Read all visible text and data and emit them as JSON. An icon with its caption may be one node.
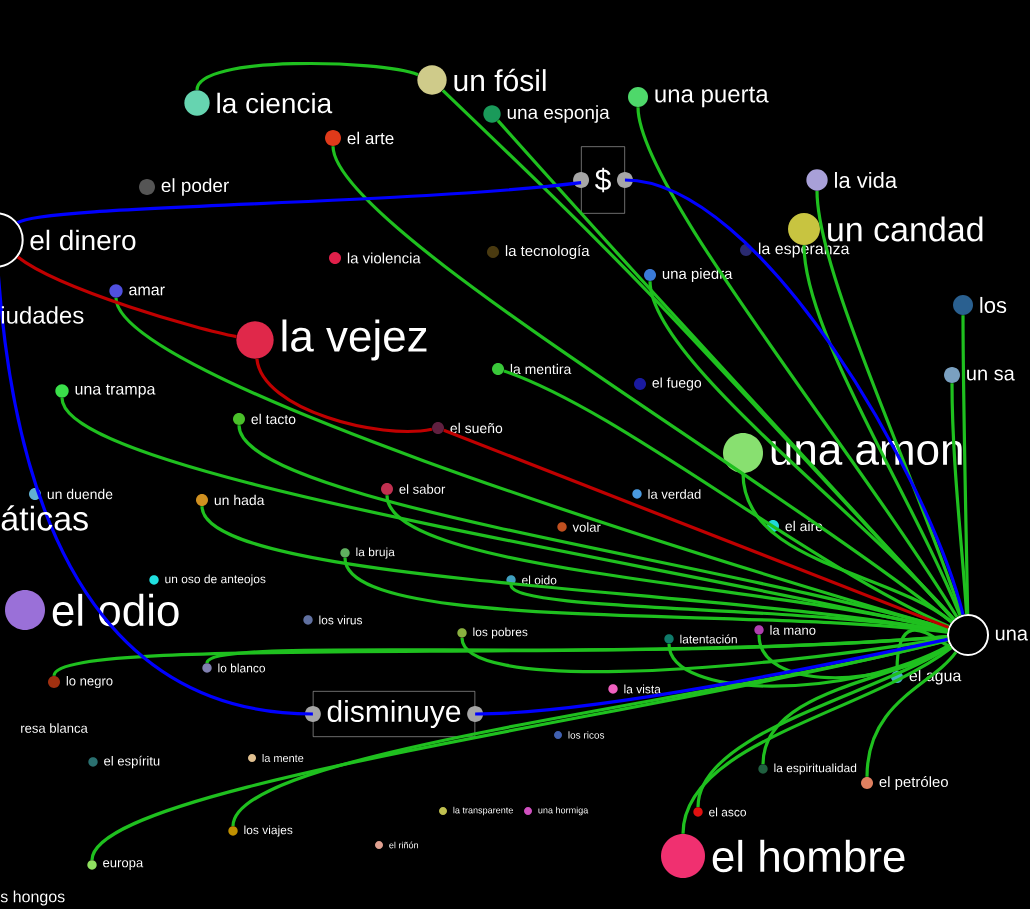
{
  "diagram": {
    "nodes": [
      {
        "text": [
          "la ciencia"
        ]
      },
      {
        "text": [
          "un fósil"
        ]
      },
      {
        "text": [
          "una puerta"
        ]
      },
      {
        "text": [
          "una esponja"
        ]
      },
      {
        "text": [
          "el arte"
        ]
      },
      {
        "text": [
          "$"
        ]
      },
      {
        "text": [
          "el poder"
        ]
      },
      {
        "text": [
          "la vida"
        ]
      },
      {
        "text": [
          "el dinero"
        ]
      },
      {
        "text": [
          "un candad"
        ]
      },
      {
        "text": [
          "la violencia"
        ]
      },
      {
        "text": [
          "la tecnología"
        ]
      },
      {
        "text": [
          "la esperanza"
        ]
      },
      {
        "text": [
          "amar"
        ]
      },
      {
        "text": [
          "una piedra"
        ]
      },
      {
        "text": [
          "los"
        ]
      },
      {
        "text": [
          "la vejez"
        ]
      },
      {
        "text": [
          "un sa"
        ]
      },
      {
        "text": [
          "una trampa"
        ]
      },
      {
        "text": [
          "la mentira"
        ]
      },
      {
        "text": [
          "el fuego"
        ]
      },
      {
        "text": [
          "el tacto"
        ]
      },
      {
        "text": [
          "el sueño"
        ]
      },
      {
        "text": [
          "una amon"
        ]
      },
      {
        "text": [
          "un duende"
        ]
      },
      {
        "text": [
          "el sabor"
        ]
      },
      {
        "text": [
          "un hada"
        ]
      },
      {
        "text": [
          "la verdad"
        ]
      },
      {
        "text": [
          "el aire"
        ]
      },
      {
        "text": [
          "volar"
        ]
      },
      {
        "text": [
          "la bruja"
        ]
      },
      {
        "text": [
          "un oso de anteojos"
        ]
      },
      {
        "text": [
          "el oido"
        ]
      },
      {
        "text": [
          "el odio"
        ]
      },
      {
        "text": [
          "los virus"
        ]
      },
      {
        "text": [
          "los pobres"
        ]
      },
      {
        "text": [
          "latentación"
        ]
      },
      {
        "text": [
          "la mano"
        ]
      },
      {
        "text": [
          "una"
        ]
      },
      {
        "text": [
          "lo blanco"
        ]
      },
      {
        "text": [
          "lo negro"
        ]
      },
      {
        "text": [
          "el agua"
        ]
      },
      {
        "text": [
          "la vista"
        ]
      },
      {
        "text": [
          "disminuye"
        ]
      },
      {
        "text": [
          "los ricos"
        ]
      },
      {
        "text": [
          "el espíritu"
        ]
      },
      {
        "text": [
          "la mente"
        ]
      },
      {
        "text": [
          "la espiritualidad"
        ]
      },
      {
        "text": [
          "el petróleo"
        ]
      },
      {
        "text": [
          "la transparente"
        ]
      },
      {
        "text": [
          "una hormiga"
        ]
      },
      {
        "text": [
          "el asco"
        ]
      },
      {
        "text": [
          "el riñón"
        ]
      },
      {
        "text": [
          "los viajes"
        ]
      },
      {
        "text": [
          "europa"
        ]
      },
      {
        "text": [
          "el hombre"
        ]
      }
    ],
    "edges": [
      {
        "from": 0,
        "to": 1,
        "arrow": "none"
      },
      {
        "from": 38,
        "to": 1,
        "arrow": "none"
      },
      {
        "from": 38,
        "to": 2,
        "arrow": "none"
      },
      {
        "from": 38,
        "to": 3,
        "arrow": "none"
      },
      {
        "from": 38,
        "to": 4,
        "arrow": "none"
      },
      {
        "from": 38,
        "to": 7,
        "arrow": "none"
      },
      {
        "from": 38,
        "to": 9,
        "arrow": "none"
      },
      {
        "from": 38,
        "to": 15,
        "arrow": "none"
      },
      {
        "from": 38,
        "to": 17,
        "arrow": "none"
      },
      {
        "from": 38,
        "to": 18,
        "arrow": "none"
      },
      {
        "from": 38,
        "to": 19,
        "arrow": "none"
      },
      {
        "from": 38,
        "to": 21,
        "arrow": "none"
      },
      {
        "from": 38,
        "to": 23,
        "arrow": "none"
      },
      {
        "from": 38,
        "to": 25,
        "arrow": "none"
      },
      {
        "from": 38,
        "to": 26,
        "arrow": "none"
      },
      {
        "from": 38,
        "to": 30,
        "arrow": "none"
      },
      {
        "from": 38,
        "to": 32,
        "arrow": "none"
      },
      {
        "from": 38,
        "to": 35,
        "arrow": "none"
      },
      {
        "from": 38,
        "to": 36,
        "arrow": "none"
      },
      {
        "from": 38,
        "to": 37,
        "arrow": "none"
      },
      {
        "from": 38,
        "to": 39,
        "arrow": "none"
      },
      {
        "from": 38,
        "to": 40,
        "arrow": "none"
      },
      {
        "from": 38,
        "to": 41,
        "arrow": "none"
      },
      {
        "from": 38,
        "to": 47,
        "arrow": "none"
      },
      {
        "from": 38,
        "to": 48,
        "arrow": "none"
      },
      {
        "from": 38,
        "to": 51,
        "arrow": "none"
      },
      {
        "from": 38,
        "to": 53,
        "arrow": "none"
      },
      {
        "from": 38,
        "to": 54,
        "arrow": "none"
      },
      {
        "from": 38,
        "to": 55,
        "arrow": "none"
      },
      {
        "from": 38,
        "to": 13,
        "arrow": "none"
      },
      {
        "from": 38,
        "to": 14,
        "arrow": "none"
      },
      {
        "from": 8,
        "to": 5,
        "arrow": "none",
        "color": "#0000ff"
      },
      {
        "from": 5,
        "to": 38,
        "arrow": "none",
        "color": "#0000ff"
      },
      {
        "from": 8,
        "to": 43,
        "arrow": "none",
        "color": "#0000ff"
      },
      {
        "from": 43,
        "to": 38,
        "arrow": "none",
        "color": "#0000ff"
      },
      {
        "from": 8,
        "to": 16,
        "arrow": "none",
        "color": "#c00000"
      },
      {
        "from": 16,
        "to": 22,
        "arrow": "none",
        "color": "#c00000"
      },
      {
        "from": 22,
        "to": 38,
        "arrow": "none",
        "color": "#c00000"
      }
    ],
    "labels": [
      "iudades",
      "áticas",
      "resa blanca",
      "s hongos"
    ]
  }
}
